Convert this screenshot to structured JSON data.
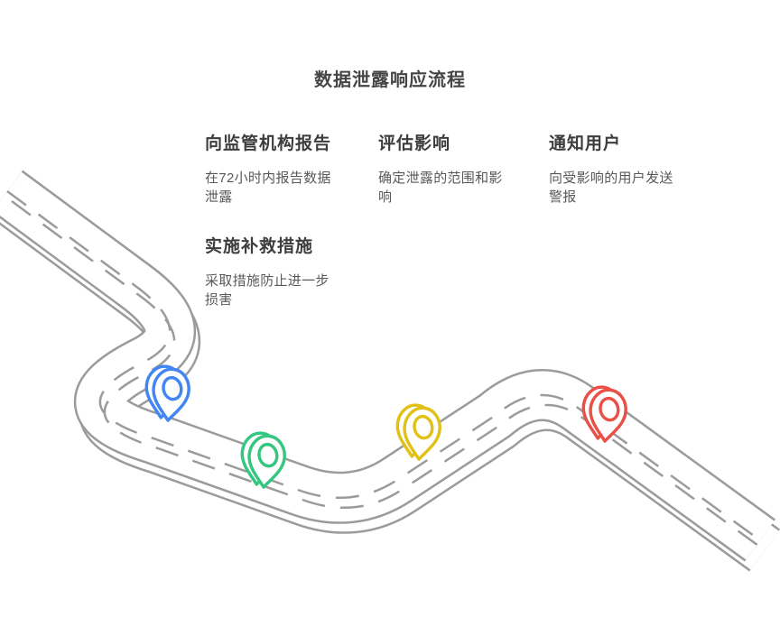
{
  "title": "数据泄露响应流程",
  "steps": [
    {
      "heading": "向监管机构报告",
      "line1": "在72小时内报告数据",
      "line2": "泄露"
    },
    {
      "heading": "评估影响",
      "line1": "确定泄露的范围和影",
      "line2": "响"
    },
    {
      "heading": "通知用户",
      "line1": "向受影响的用户发送",
      "line2": "警报"
    },
    {
      "heading": "实施补救措施",
      "line1": "采取措施防止进一步",
      "line2": "损害"
    }
  ],
  "road": {
    "color": "#9B9B9B"
  },
  "pins": [
    {
      "name": "pin-blue",
      "color": "#4285F4"
    },
    {
      "name": "pin-green",
      "color": "#34C77F"
    },
    {
      "name": "pin-yellow",
      "color": "#E2C117"
    },
    {
      "name": "pin-red",
      "color": "#EA5046"
    }
  ],
  "colors": {
    "title_text": "#454545",
    "heading_text": "#3D3D3D",
    "body_text": "#595959"
  }
}
